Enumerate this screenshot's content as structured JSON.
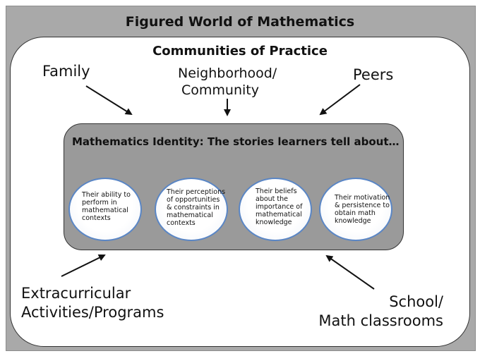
{
  "title": "Figured World of Mathematics",
  "communities": {
    "title": "Communities of Practice",
    "sources": {
      "family": "Family",
      "neighborhood": [
        "Neighborhood/",
        "Community"
      ],
      "peers": "Peers",
      "extracurricular": [
        "Extracurricular",
        "Activities/Programs"
      ],
      "school": [
        "School/",
        "Math classrooms"
      ]
    }
  },
  "identity": {
    "title": "Mathematics Identity: The stories learners tell about…",
    "bubbles": [
      [
        "Their ability to",
        "perform in",
        "mathematical",
        "contexts"
      ],
      [
        "Their perceptions",
        "of opportunities",
        "& constraints in",
        "mathematical",
        "contexts"
      ],
      [
        "Their beliefs",
        "about the",
        "importance of",
        "mathematical",
        "knowledge"
      ],
      [
        "Their motivation",
        "& persistence to",
        "obtain math",
        "knowledge"
      ]
    ]
  },
  "colors": {
    "frame": "#a9a9a9",
    "identity_box": "#9a9a9a",
    "bubble_border": "#5a86c5"
  }
}
